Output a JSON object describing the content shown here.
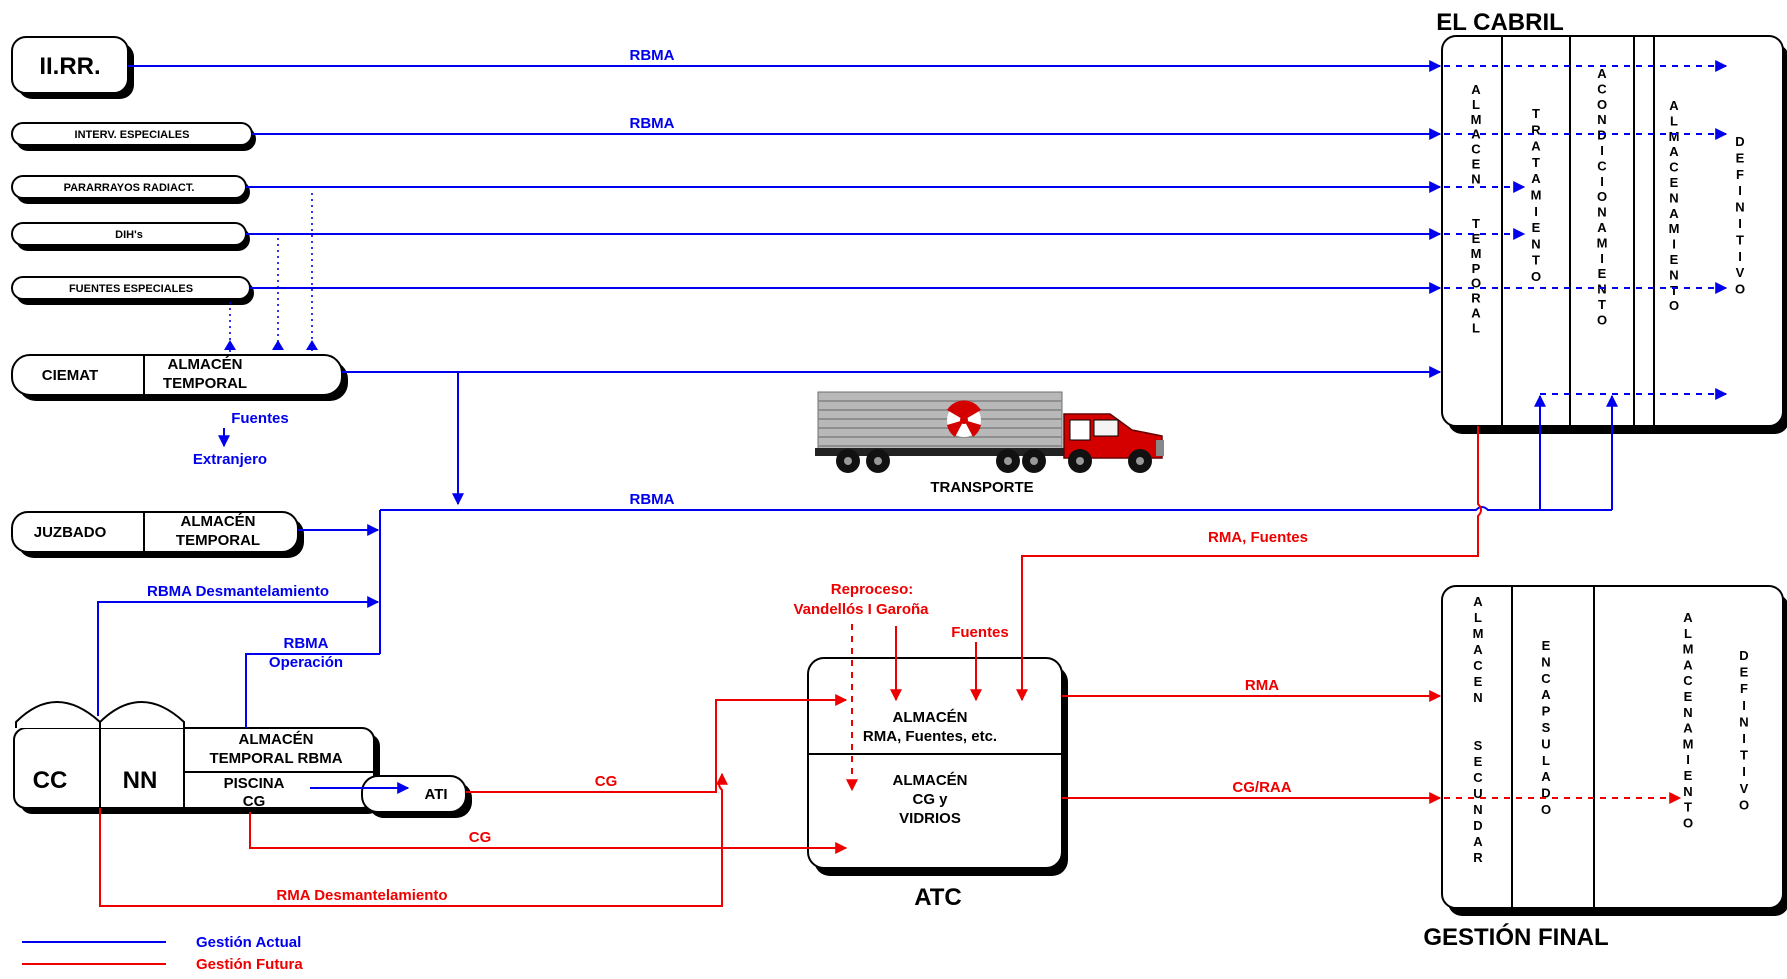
{
  "headers": {
    "el_cabril": "EL CABRIL",
    "gestion_final": "GESTIÓN FINAL",
    "atc": "ATC",
    "transporte": "TRANSPORTE"
  },
  "sources": {
    "iirr": "II.RR.",
    "intervenciones": "INTERV. ESPECIALES",
    "pararrayos": "PARARRAYOS RADIACT.",
    "dihs": "DIH's",
    "fuentes_especiales": "FUENTES ESPECIALES",
    "ciemat": "CIEMAT",
    "ciemat_almacen_1": "ALMACÉN",
    "ciemat_almacen_2": "TEMPORAL",
    "juzbado": "JUZBADO",
    "juzbado_almacen_1": "ALMACÉN",
    "juzbado_almacen_2": "TEMPORAL"
  },
  "plant": {
    "cc": "CC",
    "nn": "NN",
    "almacen_1": "ALMACÉN",
    "almacen_2": "TEMPORAL RBMA",
    "piscina_1": "PISCINA",
    "piscina_2": "CG",
    "ati": "ATI"
  },
  "atc_box": {
    "upper_1": "ALMACÉN",
    "upper_2": "RMA, Fuentes, etc.",
    "lower_1": "ALMACÉN",
    "lower_2": "CG y",
    "lower_3": "VIDRIOS"
  },
  "cabril_columns": [
    {
      "name": "almacen-temporal",
      "letters": "ALMACEN  TEMPORAL"
    },
    {
      "name": "tratamiento",
      "letters": "TRATAMIENTO"
    },
    {
      "name": "acondicionamiento",
      "letters": "ACONDICIONAMIENTO"
    },
    {
      "name": "almacenamiento",
      "letters": "ALMACENAMIENTO"
    },
    {
      "name": "definitivo",
      "letters": "DEFINITIVO"
    }
  ],
  "final_columns": [
    {
      "name": "almacen-secundario",
      "letters": "ALMACEN  SECUNDAR"
    },
    {
      "name": "encapsulado",
      "letters": "ENCAPSULADO"
    },
    {
      "name": "almacenamiento",
      "letters": "ALMACENAMIENTO"
    },
    {
      "name": "definitivo",
      "letters": "DEFINITIVO"
    }
  ],
  "flow_labels": {
    "rbma_1": "RBMA",
    "rbma_2": "RBMA",
    "rbma_main": "RBMA",
    "fuentes_ciemat": "Fuentes",
    "extranjero": "Extranjero",
    "rbma_desmant": "RBMA Desmantelamiento",
    "rbma_op_1": "RBMA",
    "rbma_op_2": "Operación",
    "rma_fuentes": "RMA, Fuentes",
    "reproceso_1": "Reproceso:",
    "reproceso_2": "Vandellós I  Garoña",
    "fuentes_atc": "Fuentes",
    "cg_ati": "CG",
    "cg_pool": "CG",
    "rma_desmant": "RMA Desmantelamiento",
    "rma": "RMA",
    "cg_raa": "CG/RAA"
  },
  "legend": {
    "actual": "Gestión Actual",
    "futura": "Gestión Futura"
  },
  "colors": {
    "gestion_actual": "#0000ee",
    "gestion_futura": "#ee0000",
    "truck_cab": "#d40000"
  }
}
